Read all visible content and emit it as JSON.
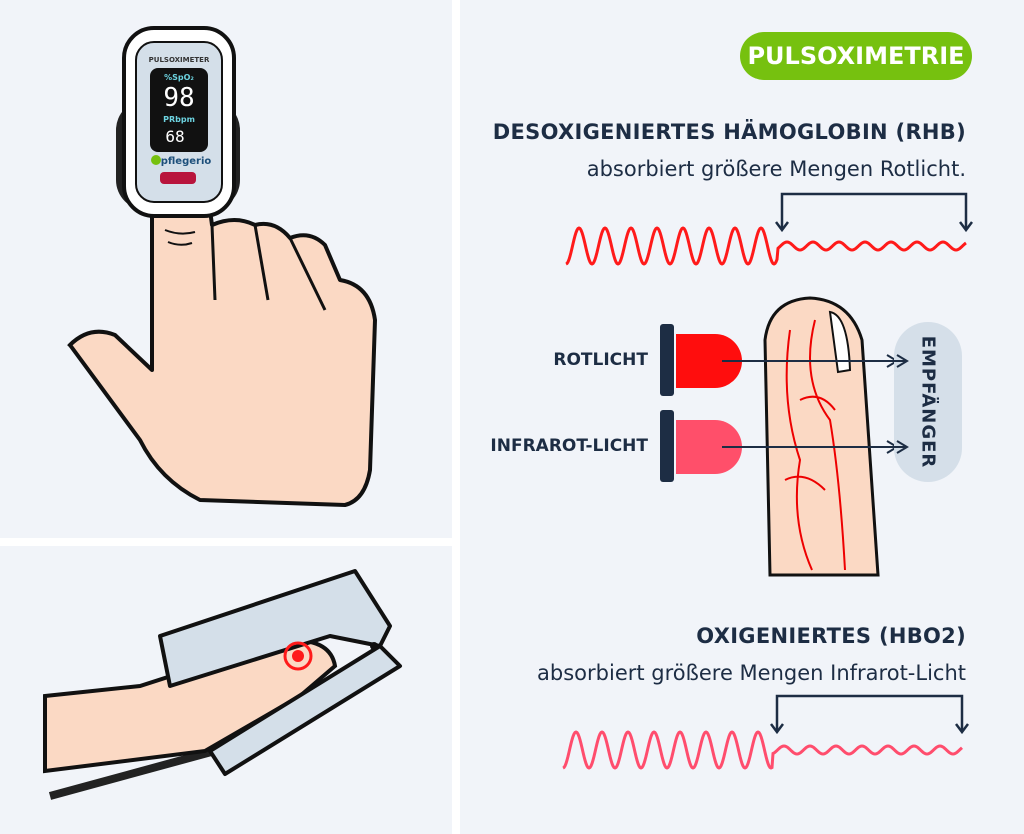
{
  "badge": "PULSOXIMETRIE",
  "device": {
    "title": "PULSOXIMETER",
    "spo2_label": "%SpO₂",
    "spo2_value": "98",
    "pr_label": "PRbpm",
    "pr_value": "68",
    "brand": "pflegerio"
  },
  "deoxy": {
    "heading": "DESOXIGENIERTES HÄMOGLOBIN (RHB)",
    "text": "absorbiert größere Mengen Rotlicht.",
    "wave_color": "#ff1a1a"
  },
  "oxy": {
    "heading": "OXIGENIERTES (HBO2)",
    "text": "absorbiert größere Mengen Infrarot-Licht",
    "wave_color": "#ff4d6d"
  },
  "lights": {
    "red": "ROTLICHT",
    "infrared": "INFRAROT-LICHT",
    "red_color": "#ff0d0d",
    "infrared_color": "#ff4f6a"
  },
  "receiver": "EMPFÄNGER",
  "colors": {
    "background": "#f1f4f9",
    "accent": "#76c10f",
    "text": "#1d2d44",
    "skin": "#fbd9c4"
  }
}
